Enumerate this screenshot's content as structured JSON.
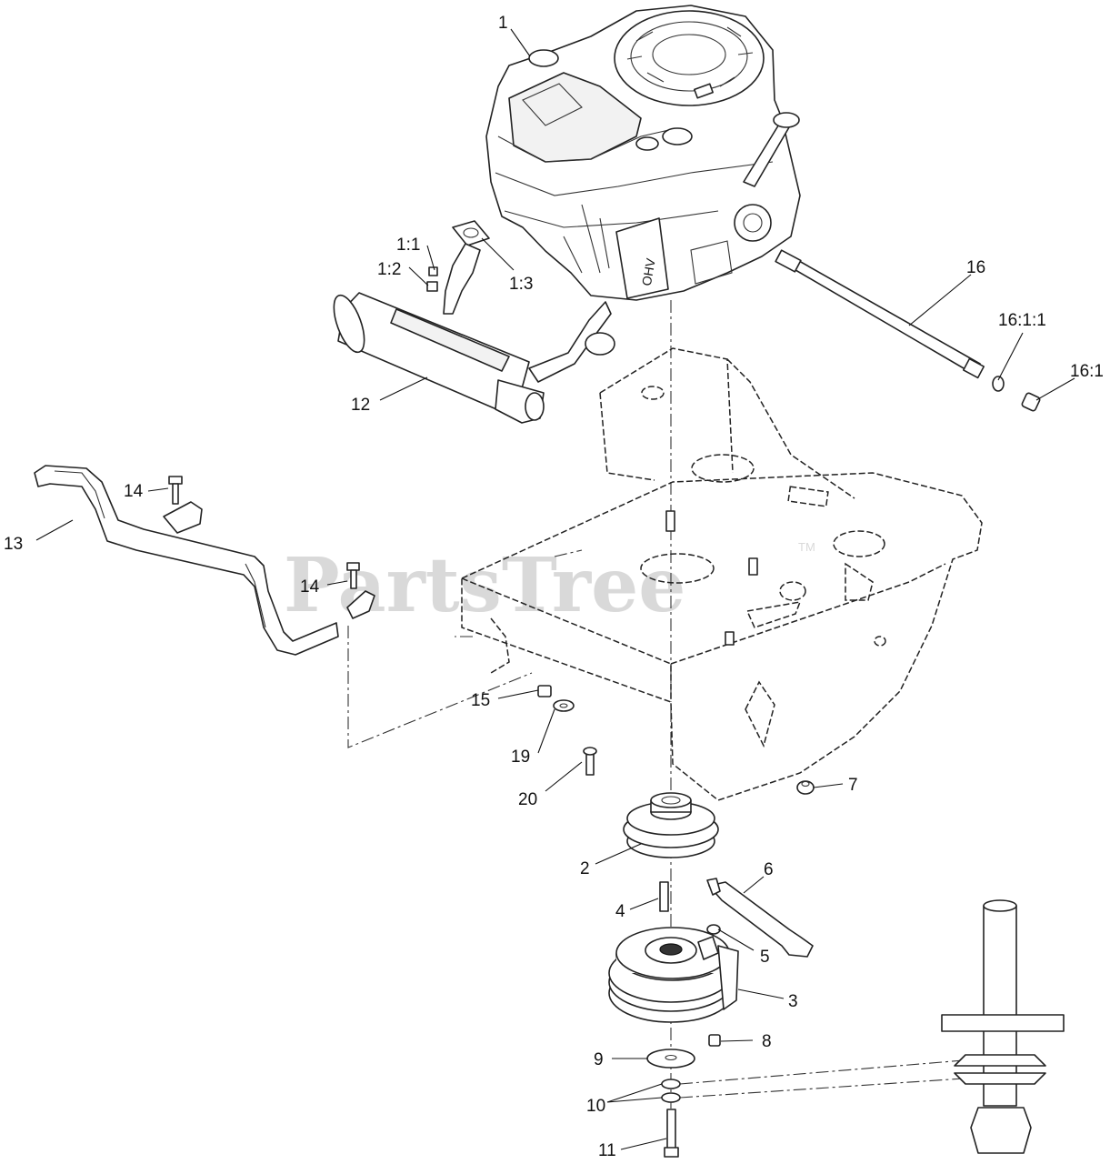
{
  "watermark": {
    "text": "PartsTree",
    "trademark": "TM"
  },
  "callouts": [
    {
      "id": "c1",
      "text": "1"
    },
    {
      "id": "c1-1",
      "text": "1:1"
    },
    {
      "id": "c1-2",
      "text": "1:2"
    },
    {
      "id": "c1-3",
      "text": "1:3"
    },
    {
      "id": "c2",
      "text": "2"
    },
    {
      "id": "c3",
      "text": "3"
    },
    {
      "id": "c4",
      "text": "4"
    },
    {
      "id": "c5",
      "text": "5"
    },
    {
      "id": "c6",
      "text": "6"
    },
    {
      "id": "c7",
      "text": "7"
    },
    {
      "id": "c8",
      "text": "8"
    },
    {
      "id": "c9",
      "text": "9"
    },
    {
      "id": "c10",
      "text": "10"
    },
    {
      "id": "c11",
      "text": "11"
    },
    {
      "id": "c12",
      "text": "12"
    },
    {
      "id": "c13",
      "text": "13"
    },
    {
      "id": "c14a",
      "text": "14"
    },
    {
      "id": "c14b",
      "text": "14"
    },
    {
      "id": "c15",
      "text": "15"
    },
    {
      "id": "c16",
      "text": "16"
    },
    {
      "id": "c16-1",
      "text": "16:1"
    },
    {
      "id": "c16-1-1",
      "text": "16:1:1"
    },
    {
      "id": "c19",
      "text": "19"
    },
    {
      "id": "c20",
      "text": "20"
    }
  ],
  "engine_decal": "OHV"
}
